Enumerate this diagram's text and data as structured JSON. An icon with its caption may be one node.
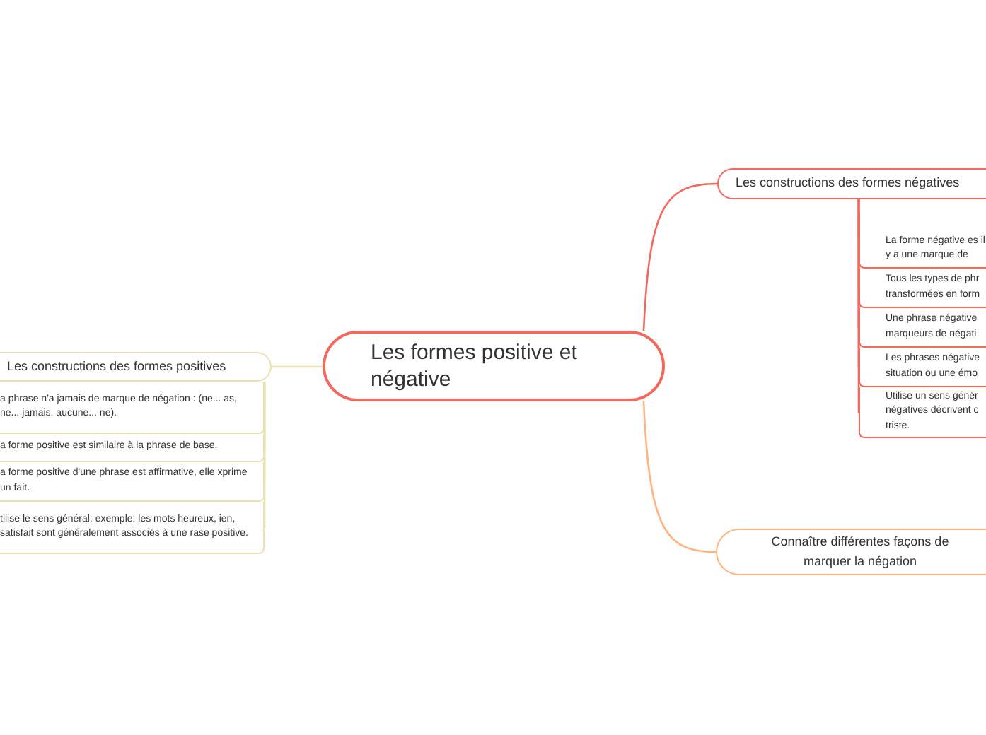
{
  "diagram": {
    "nodes": [
      {
        "text": [
          "Les formes positive et négative"
        ]
      },
      {
        "text": [
          "Les constructions des formes négatives"
        ]
      },
      {
        "text": [
          "La forme négative es il y a une marque de"
        ]
      },
      {
        "text": [
          "Tous les types de phr transformées en form"
        ]
      },
      {
        "text": [
          "Une phrase négative marqueurs de négati"
        ]
      },
      {
        "text": [
          "Les phrases négative situation ou une émo"
        ]
      },
      {
        "text": [
          "Utilise un sens génér négatives décrivent c triste."
        ]
      },
      {
        "text": [
          "Connaître différentes façons de marquer la négation"
        ]
      },
      {
        "text": [
          "Les constructions des formes positives"
        ]
      },
      {
        "text": [
          "a phrase n'a jamais de marque de négation : (ne... as, ne... jamais, aucune... ne)."
        ]
      },
      {
        "text": [
          "a forme positive est similaire à la phrase de base."
        ]
      },
      {
        "text": [
          "a forme positive d'une phrase est affirmative, elle xprime un fait."
        ]
      },
      {
        "text": [
          "tilise le sens général: exemple: les mots heureux, ien, satisfait sont généralement associés à une rase positive."
        ]
      }
    ],
    "edges": [
      {
        "from": 0,
        "to": 1,
        "arrow": "none"
      },
      {
        "from": 1,
        "to": 2,
        "arrow": "none"
      },
      {
        "from": 1,
        "to": 3,
        "arrow": "none"
      },
      {
        "from": 1,
        "to": 4,
        "arrow": "none"
      },
      {
        "from": 1,
        "to": 5,
        "arrow": "none"
      },
      {
        "from": 1,
        "to": 6,
        "arrow": "none"
      },
      {
        "from": 0,
        "to": 7,
        "arrow": "none",
        "color": "#ffb47f"
      },
      {
        "from": 0,
        "to": 8,
        "arrow": "none",
        "color": "#e9e3b3"
      },
      {
        "from": 8,
        "to": 9,
        "arrow": "none",
        "color": "#e9e3b3"
      },
      {
        "from": 8,
        "to": 10,
        "arrow": "none",
        "color": "#e9e3b3"
      },
      {
        "from": 8,
        "to": 11,
        "arrow": "none",
        "color": "#e9e3b3"
      },
      {
        "from": 8,
        "to": 12,
        "arrow": "none",
        "color": "#e9e3b3"
      }
    ]
  }
}
